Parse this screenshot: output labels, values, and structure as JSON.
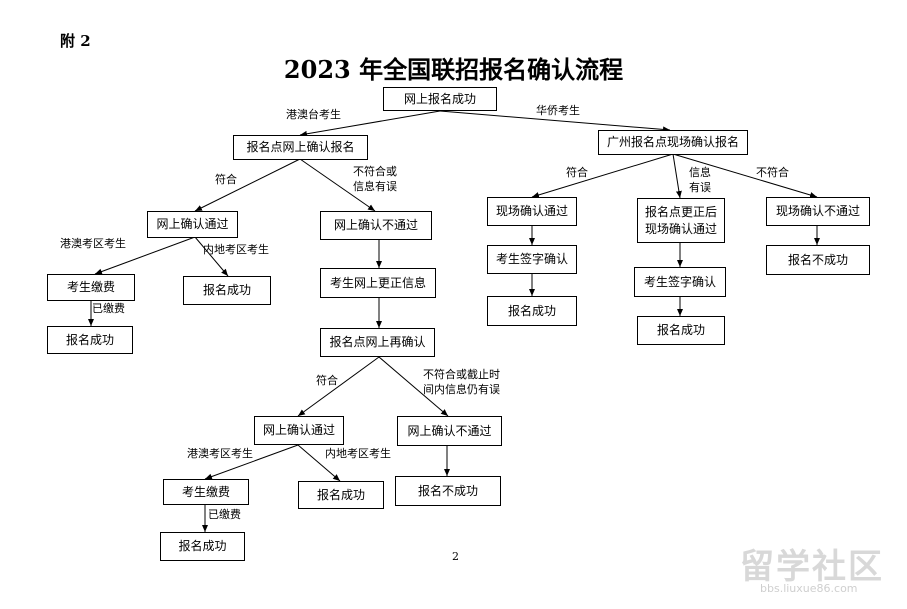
{
  "attachment_label": "附 2",
  "title": "2023 年全国联招报名确认流程",
  "page_number": "2",
  "watermark": {
    "brand": "留学社区",
    "url": "bbs.liuxue86.com"
  },
  "nodes": {
    "root": "网上报名成功",
    "online_confirm": "报名点网上确认报名",
    "gz_onsite": "广州报名点现场确认报名",
    "pass1": "网上确认通过",
    "fail1": "网上确认不通过",
    "fee1": "考生缴费",
    "success_mainland1": "报名成功",
    "success_hk1": "报名成功",
    "correct_info": "考生网上更正信息",
    "reconfirm": "报名点网上再确认",
    "pass2": "网上确认通过",
    "fail2": "网上确认不通过",
    "fee2": "考生缴费",
    "success_mainland2": "报名成功",
    "success_hk2": "报名成功",
    "fail_final": "报名不成功",
    "onsite_pass": "现场确认通过",
    "sign_a": "考生签字确认",
    "success_a": "报名成功",
    "corrected": "报名点更正后\n现场确认通过",
    "sign_b": "考生签字确认",
    "success_b": "报名成功",
    "onsite_fail": "现场确认不通过",
    "fail_onsite_result": "报名不成功"
  },
  "edge_labels": {
    "hk_macau_tw": "港澳台考生",
    "overseas_chinese": "华侨考生",
    "match1": "符合",
    "mismatch1": "不符合或\n信息有误",
    "hk_region1": "港澳考区考生",
    "mainland_region1": "内地考区考生",
    "paid1": "已缴费",
    "match2": "符合",
    "mismatch2": "不符合或截止时\n间内信息仍有误",
    "hk_region2": "港澳考区考生",
    "mainland_region2": "内地考区考生",
    "paid2": "已缴费",
    "match3": "符合",
    "info_wrong": "信息\n有误",
    "mismatch3": "不符合"
  }
}
